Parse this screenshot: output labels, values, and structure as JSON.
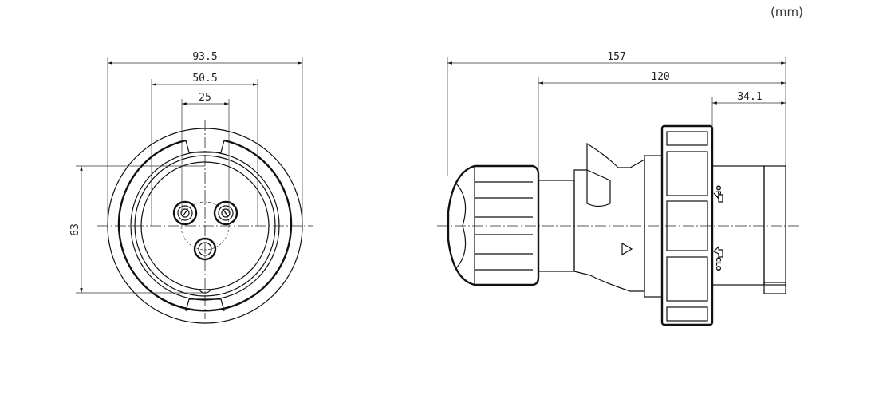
{
  "unit_label": "(mm)",
  "front_view": {
    "dimensions": {
      "overall_width": "93.5",
      "pin_span": "50.5",
      "pin_pitch": "25",
      "height": "63"
    }
  },
  "side_view": {
    "dimensions": {
      "overall_length": "157",
      "body_length": "120",
      "rear_length": "34.1"
    },
    "labels": {
      "open": "OP",
      "close": "CLO"
    }
  }
}
